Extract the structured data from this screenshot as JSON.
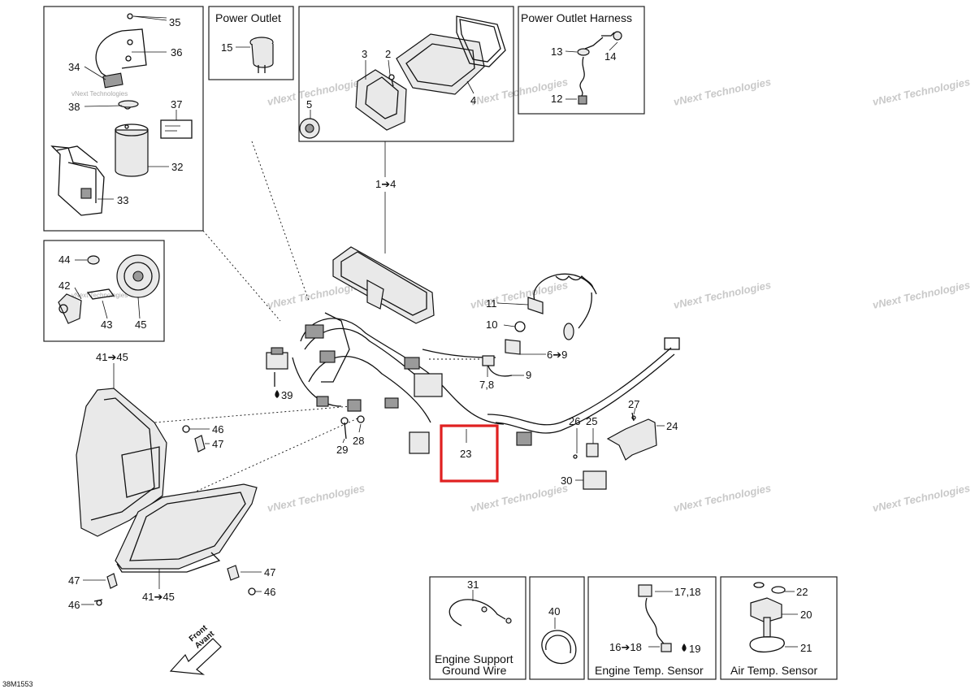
{
  "diagram_id": "38M1553",
  "box_titles": {
    "power_outlet": "Power Outlet",
    "power_outlet_harness": "Power Outlet Harness",
    "engine_support_ground_wire_1": "Engine Support",
    "engine_support_ground_wire_2": "Ground Wire",
    "engine_temp_sensor": "Engine Temp. Sensor",
    "air_temp_sensor": "Air Temp. Sensor"
  },
  "front_arrow": {
    "line1": "Front",
    "line2": "Avant"
  },
  "watermark": {
    "big": "vNext Technologies",
    "small": "vNext Technologies"
  },
  "callouts": {
    "c35": "35",
    "c36": "36",
    "c34": "34",
    "c38": "38",
    "c37": "37",
    "c32": "32",
    "c33": "33",
    "c15": "15",
    "c3": "3",
    "c2": "2",
    "c5": "5",
    "c4": "4",
    "c13": "13",
    "c14": "14",
    "c12": "12",
    "c1_4": "1➔4",
    "c44": "44",
    "c42": "42",
    "c43": "43",
    "c45": "45",
    "c41_45_top": "41➔45",
    "c41_45_bottom": "41➔45",
    "c39": "39",
    "c11": "11",
    "c10": "10",
    "c6_9": "6➔9",
    "c9": "9",
    "c7_8": "7,8",
    "c46_top": "46",
    "c47_top": "47",
    "c29": "29",
    "c28": "28",
    "c23": "23",
    "c26": "26",
    "c25": "25",
    "c27": "27",
    "c24": "24",
    "c30": "30",
    "c47_bottom_left": "47",
    "c46_bottom_left": "46",
    "c47_bottom_right": "47",
    "c46_bottom_right": "46",
    "c31": "31",
    "c40": "40",
    "c17_18": "17,18",
    "c16_18": "16➔18",
    "c19": "19",
    "c22": "22",
    "c20": "20",
    "c21": "21"
  },
  "colors": {
    "highlight": "#e02020",
    "line": "#111111",
    "watermark": "#c9c9c9"
  },
  "icons": {
    "oil_drop": "oil-drop-icon",
    "front_arrow": "front-arrow-icon"
  }
}
